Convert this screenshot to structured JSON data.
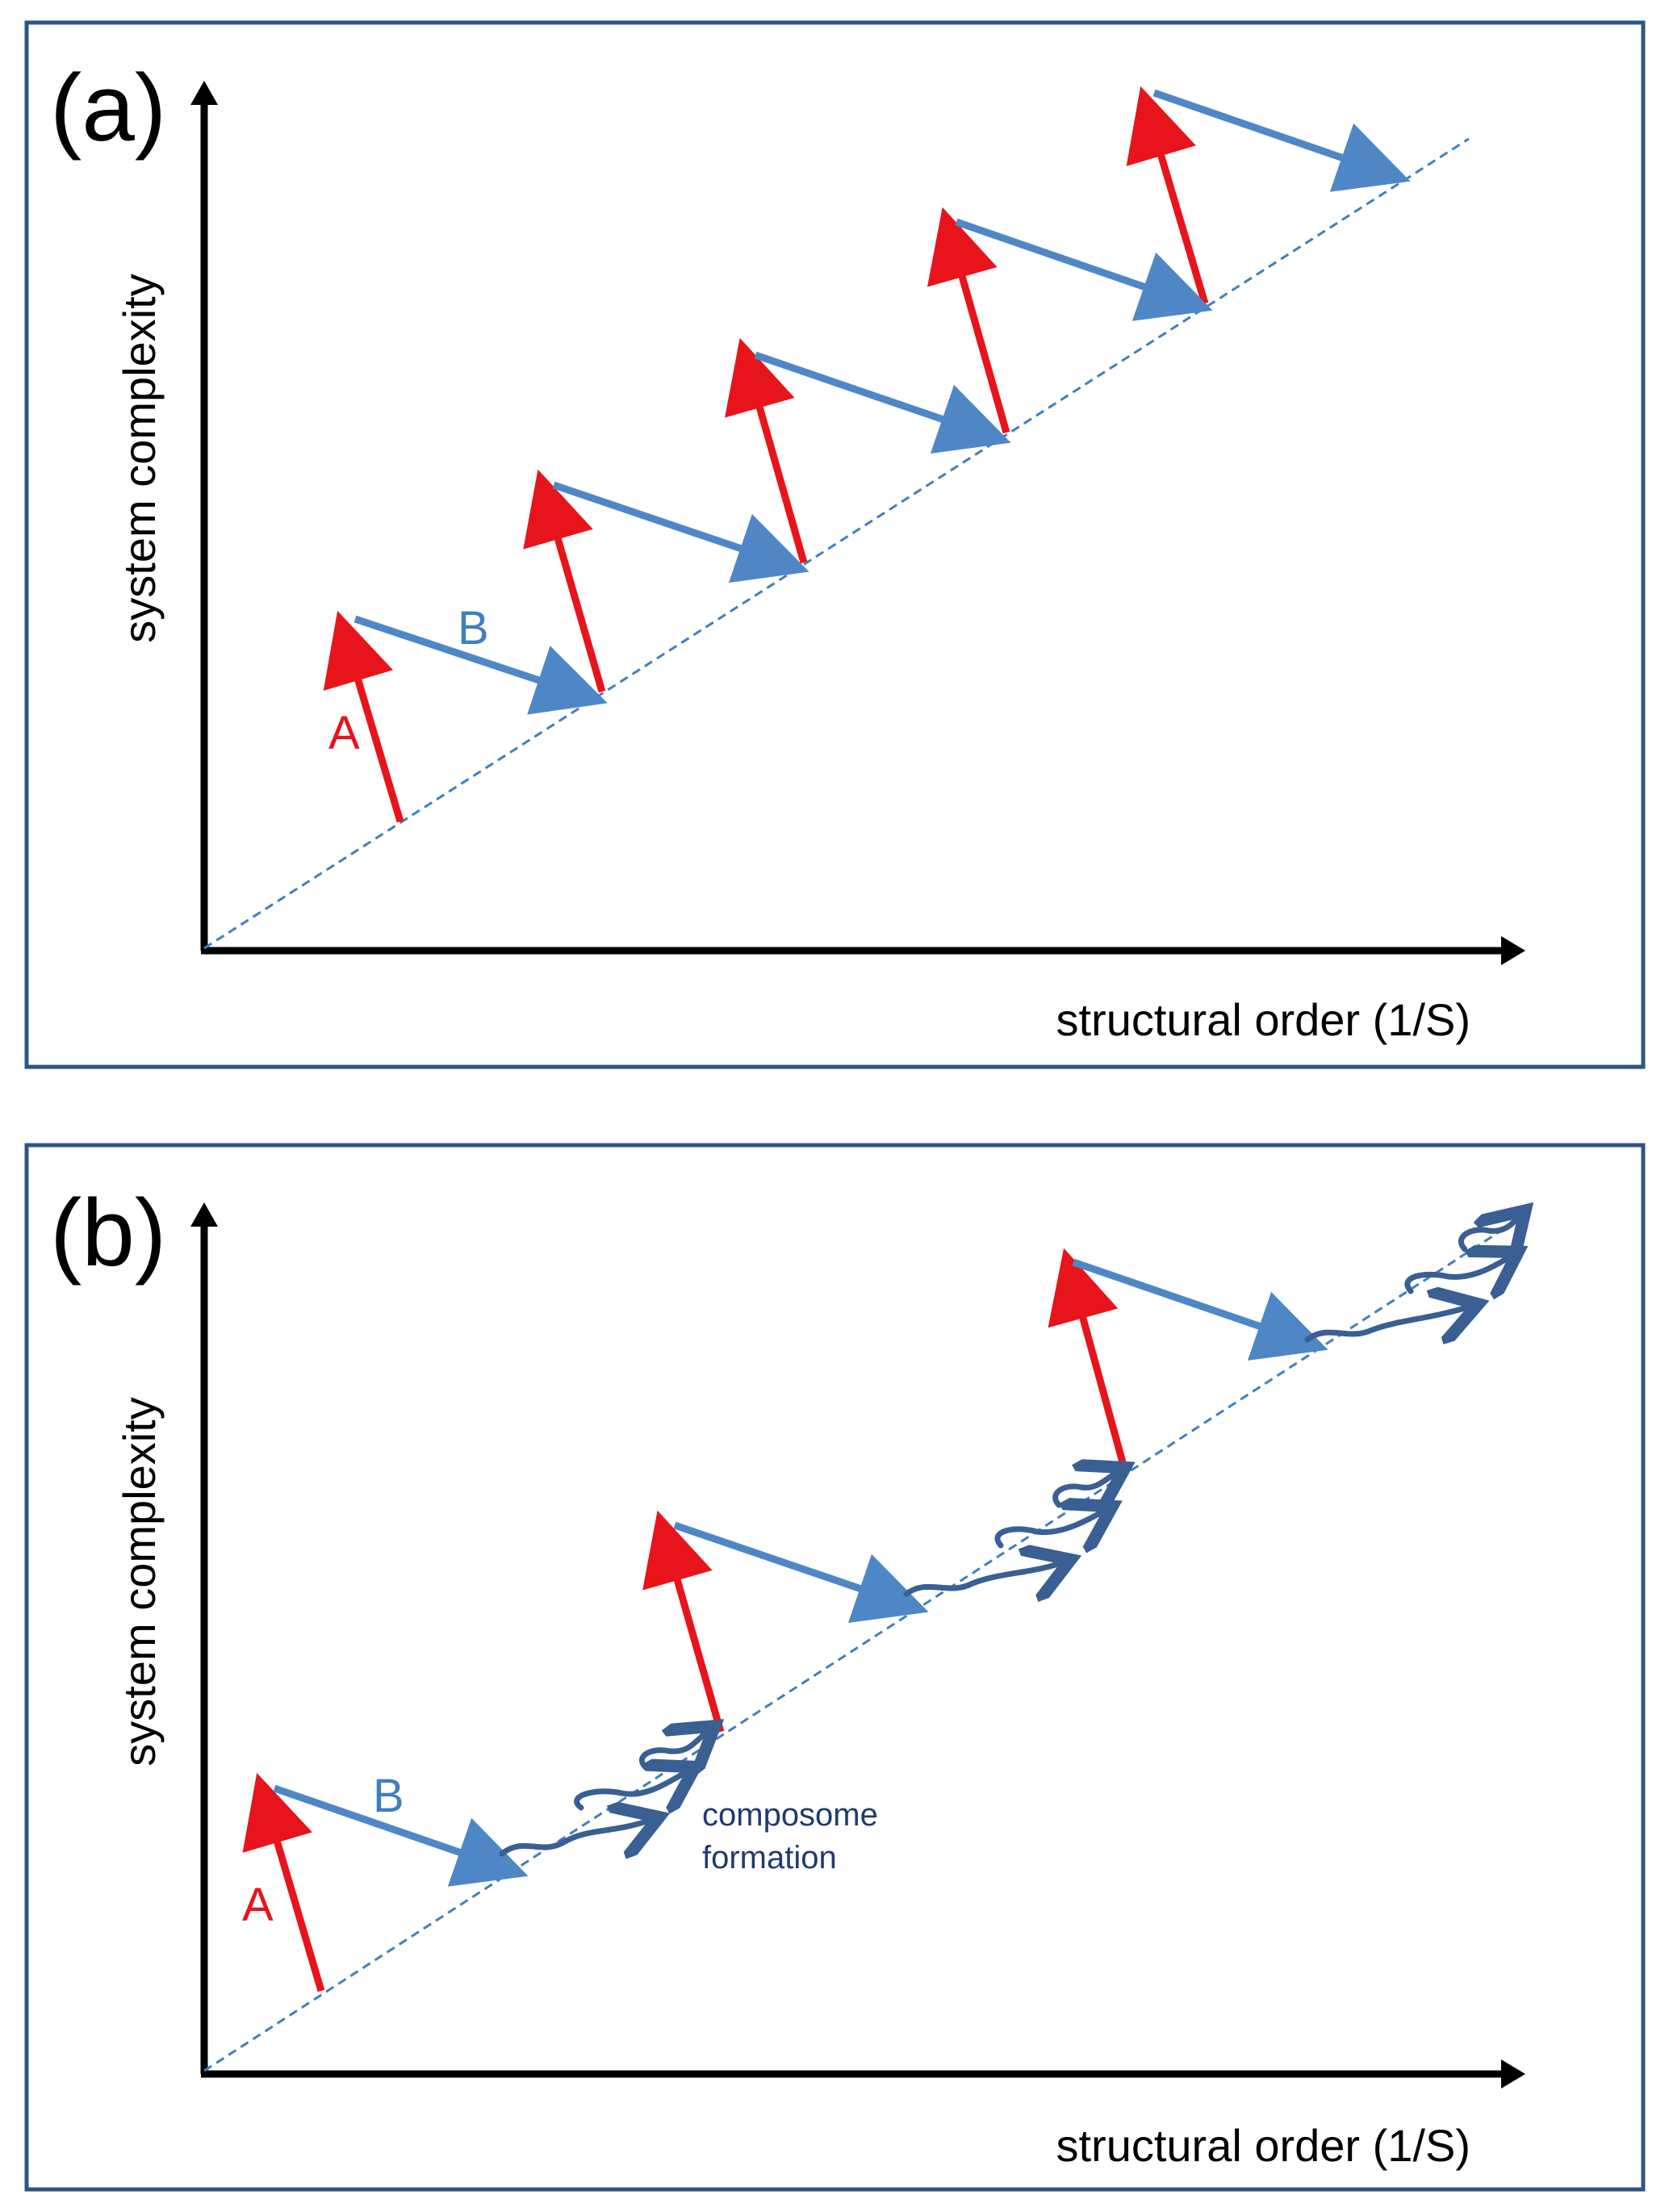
{
  "colors": {
    "frame": "#2e5482",
    "axis": "#000000",
    "baseline": "#3f7fc1",
    "arrow_a": "#e8141b",
    "arrow_b": "#4f87c6",
    "composome": "#3a5f92",
    "annotation": "#1f3b6e"
  },
  "panels": [
    {
      "label": "(a)",
      "y_axis_label": "system complexity",
      "x_axis_label": "structural order (1/S)",
      "arrow_a_label": "A",
      "arrow_b_label": "B"
    },
    {
      "label": "(b)",
      "y_axis_label": "system complexity",
      "x_axis_label": "structural order (1/S)",
      "arrow_a_label": "A",
      "arrow_b_label": "B",
      "annotation_line1": "composome",
      "annotation_line2": "formation"
    }
  ]
}
